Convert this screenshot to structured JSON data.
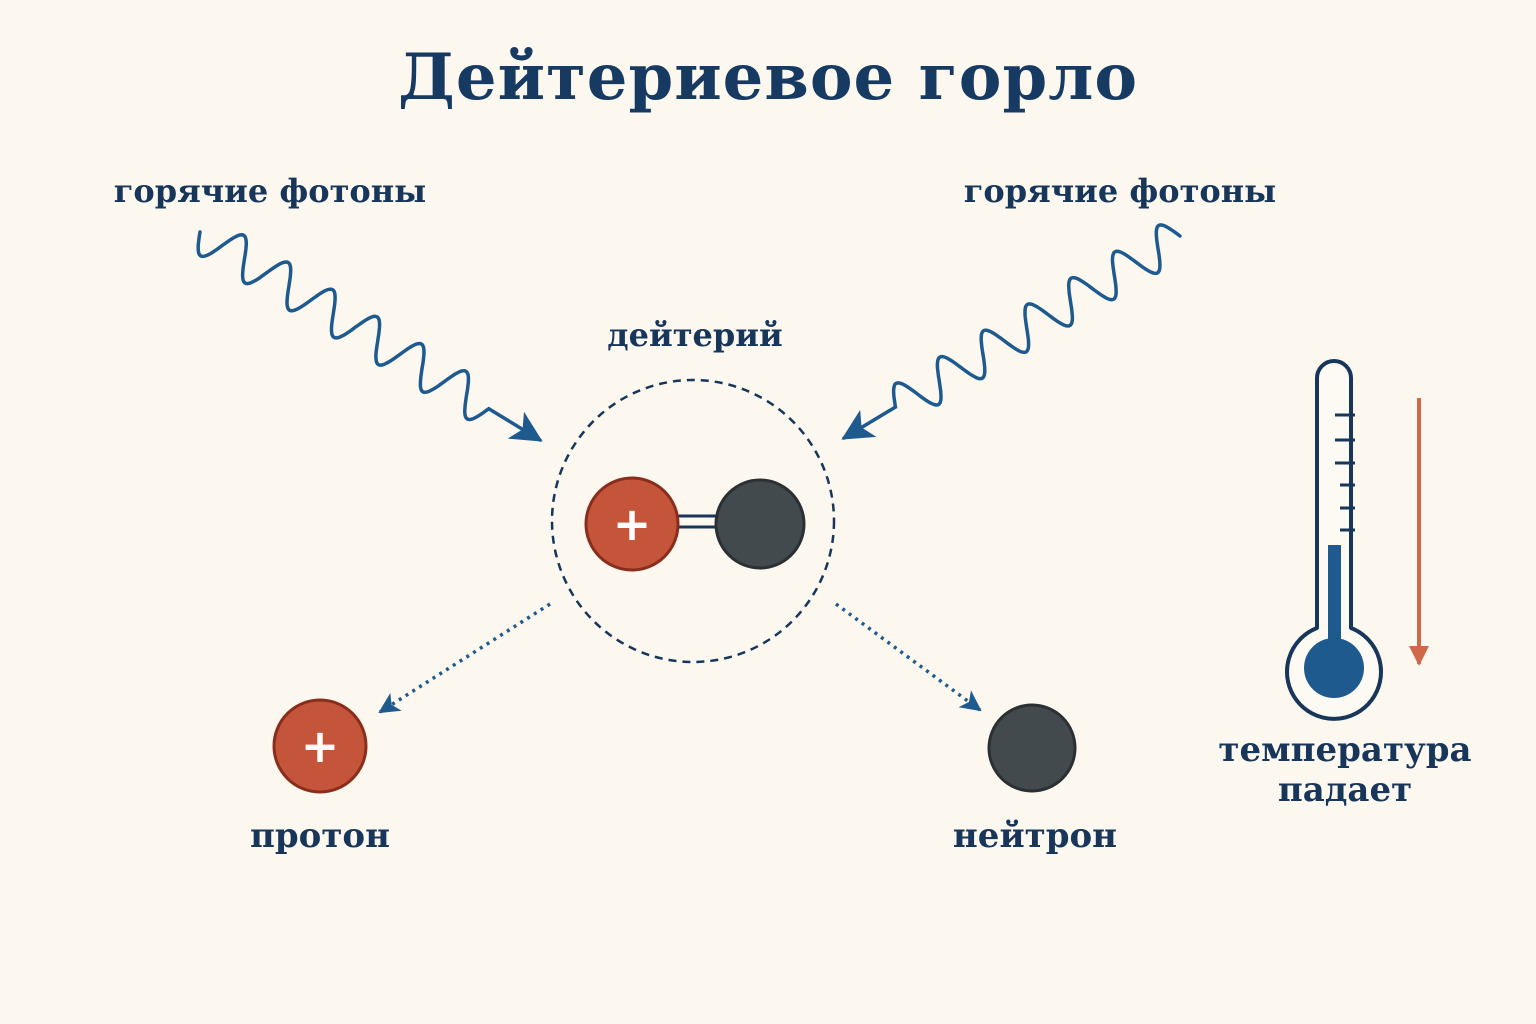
{
  "title": "Дейтериевое горло",
  "photons": {
    "left_label": "горячие фотоны",
    "right_label": "горячие фотоны"
  },
  "deuterium": {
    "label": "дейтерий",
    "proton_sign": "+"
  },
  "products": {
    "proton_label": "протон",
    "proton_sign": "+",
    "neutron_label": "нейтрон"
  },
  "thermometer": {
    "label": "температура падает"
  },
  "colors": {
    "background": "#fcf8f0",
    "text": "#17365a",
    "photon": "#1f5a8f",
    "proton": "#c4553a",
    "proton_stroke": "#8a2d1c",
    "neutron": "#434a4e",
    "neutron_stroke": "#2a3034",
    "thermometer": "#17365a",
    "cooling_arrow": "#d0684a"
  }
}
